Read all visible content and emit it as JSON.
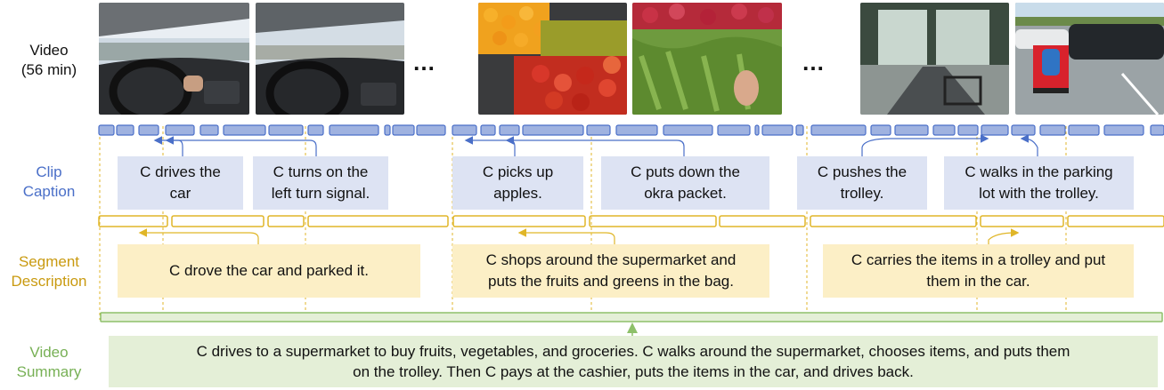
{
  "rows": {
    "video_label_line1": "Video",
    "video_label_line2": "(56 min)",
    "clip_label_line1": "Clip",
    "clip_label_line2": "Caption",
    "segment_label_line1": "Segment",
    "segment_label_line2": "Description",
    "summary_label_line1": "Video",
    "summary_label_line2": "Summary"
  },
  "frames": [
    "driving-frame-1",
    "driving-frame-2",
    "fruit-stand-frame",
    "okra-greens-frame",
    "store-entrance-frame",
    "parking-lot-trolley-frame"
  ],
  "ellipsis": "…",
  "clip_captions": [
    {
      "line1": "C drives the",
      "line2": "car"
    },
    {
      "line1": "C turns on the",
      "line2": "left turn signal."
    },
    {
      "line1": "C picks up",
      "line2": "apples."
    },
    {
      "line1": "C puts down the",
      "line2": "okra packet."
    },
    {
      "line1": "C pushes the",
      "line2": "trolley."
    },
    {
      "line1": "C walks in the parking",
      "line2": "lot with the trolley."
    }
  ],
  "segment_descriptions": [
    {
      "line1": "C drove the car and parked it.",
      "line2": ""
    },
    {
      "line1": "C shops around the supermarket and",
      "line2": "puts the fruits and greens in the bag."
    },
    {
      "line1": "C carries the items in a trolley and put",
      "line2": "them in the car."
    }
  ],
  "video_summary": {
    "line1": "C drives to a supermarket to buy fruits, vegetables, and groceries. C walks around the supermarket, chooses items, and puts them",
    "line2": "on the trolley. Then C pays at the cashier, puts the items in the car, and drives back."
  },
  "colors": {
    "clip": "#4a6fc8",
    "clip_fill": "#9fb2e0",
    "clip_box": "#dde3f3",
    "segment": "#e0b628",
    "segment_box": "#fcefc6",
    "segment_text": "#c99a10",
    "summary": "#8ec06a",
    "summary_box": "#e4efd7",
    "summary_text": "#77b055"
  }
}
